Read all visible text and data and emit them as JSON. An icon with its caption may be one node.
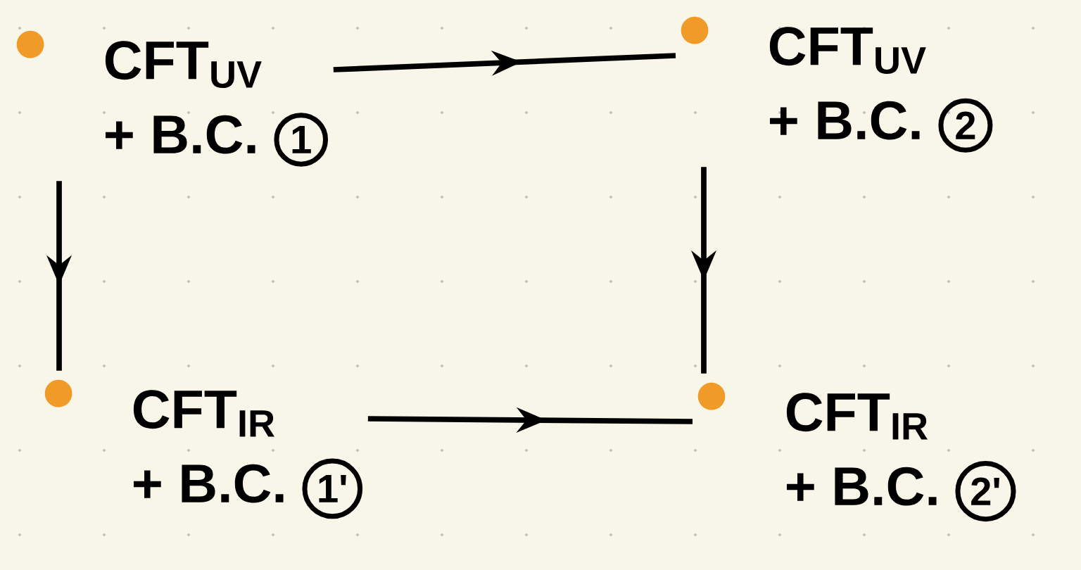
{
  "diagram": {
    "nodes": [
      {
        "text": [
          "CFT$_{UV}$",
          "+ B.C.",
          "1"
        ]
      },
      {
        "text": [
          "CFT$_{UV}$",
          "+ B.C.",
          "2"
        ]
      },
      {
        "text": [
          "CFT$_{IR}$",
          "+ B.C.",
          "1'"
        ]
      },
      {
        "text": [
          "CFT$_{IR}$",
          "+ B.C.",
          "2'"
        ]
      }
    ],
    "edges": [
      {
        "from": 0,
        "to": 1,
        "arrow": "to"
      },
      {
        "from": 0,
        "to": 2,
        "arrow": "to"
      },
      {
        "from": 1,
        "to": 3,
        "arrow": "to"
      },
      {
        "from": 2,
        "to": 3,
        "arrow": "to"
      }
    ]
  }
}
